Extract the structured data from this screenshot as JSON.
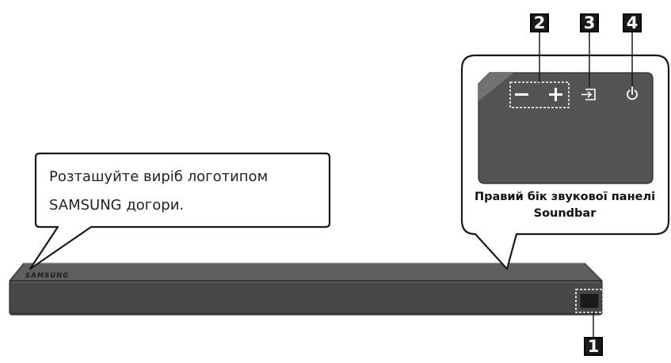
{
  "callouts": {
    "badge_1": "1",
    "badge_2": "2",
    "badge_3": "3",
    "badge_4": "4"
  },
  "bubble": {
    "line1": "Розташуйте виріб логотипом",
    "line2": "SAMSUNG догори."
  },
  "panel_caption": {
    "line1": "Правий бік звукової панелі",
    "line2": "Soundbar"
  },
  "device": {
    "logo": "SAMSUNG"
  },
  "icons": {
    "volume_down": "minus-icon",
    "volume_up": "plus-icon",
    "source": "source-input-icon",
    "power": "power-icon"
  },
  "colors": {
    "bar_body": "#4a4a4a",
    "bar_top": "#5e5e5e",
    "panel": "#525252",
    "badge": "#1a1a1a",
    "outline": "#1a1a1a"
  }
}
